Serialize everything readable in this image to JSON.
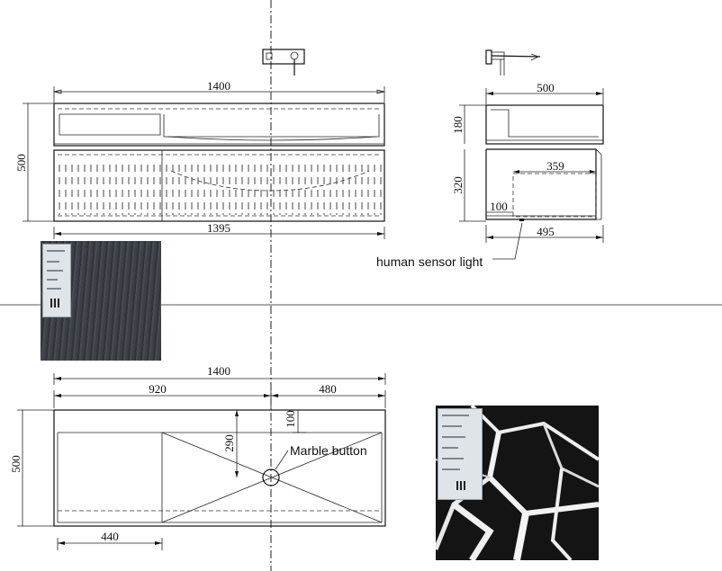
{
  "dimensions": {
    "front_width": "1400",
    "front_height": "500",
    "front_bottom_width": "1395",
    "side_width": "500",
    "side_top_height": "180",
    "side_cabinet_height": "320",
    "side_drawer_width": "359",
    "side_offset": "100",
    "side_bottom_width": "495",
    "plan_width": "1400",
    "plan_left": "920",
    "plan_right": "480",
    "plan_depth": "500",
    "plan_drain_offset": "100",
    "plan_drain_depth": "290",
    "plan_left_shelf": "440"
  },
  "callouts": {
    "sensor": "human sensor light",
    "button": "Marble button"
  },
  "swatches": {
    "wood": {
      "color": "#3f434a",
      "grain": "#2c3036",
      "icon": "wood-grain-swatch"
    },
    "marble": {
      "color": "#151515",
      "vein": "#f2f2f2",
      "icon": "black-marble-swatch"
    }
  }
}
